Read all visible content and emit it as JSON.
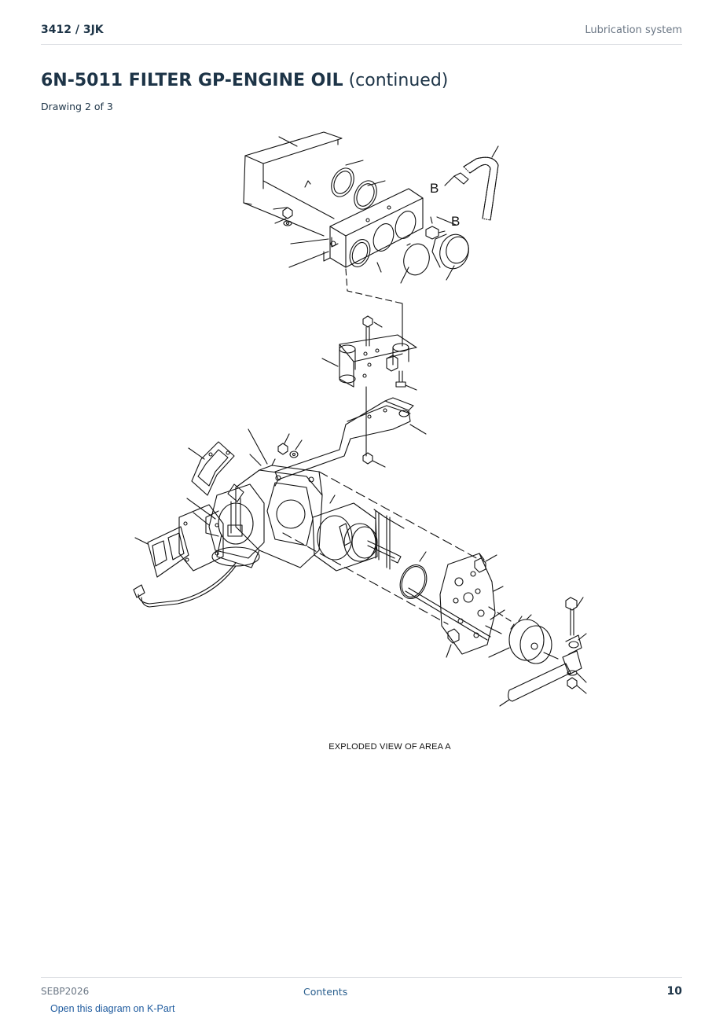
{
  "header": {
    "model": "3412  /  3JK",
    "section": "Lubrication system"
  },
  "title": {
    "part": "6N-5011 FILTER GP-ENGINE OIL",
    "suffix": "(continued)"
  },
  "subtitle": "Drawing 2 of 3",
  "diagram": {
    "callout_b_top": "B",
    "callout_b_right": "B",
    "caption": "EXPLODED VIEW OF AREA  A"
  },
  "footer": {
    "doc_id": "SEBP2026",
    "contents_link": "Contents",
    "page_number": "10"
  },
  "kpart_link": "Open this diagram on K-Part"
}
